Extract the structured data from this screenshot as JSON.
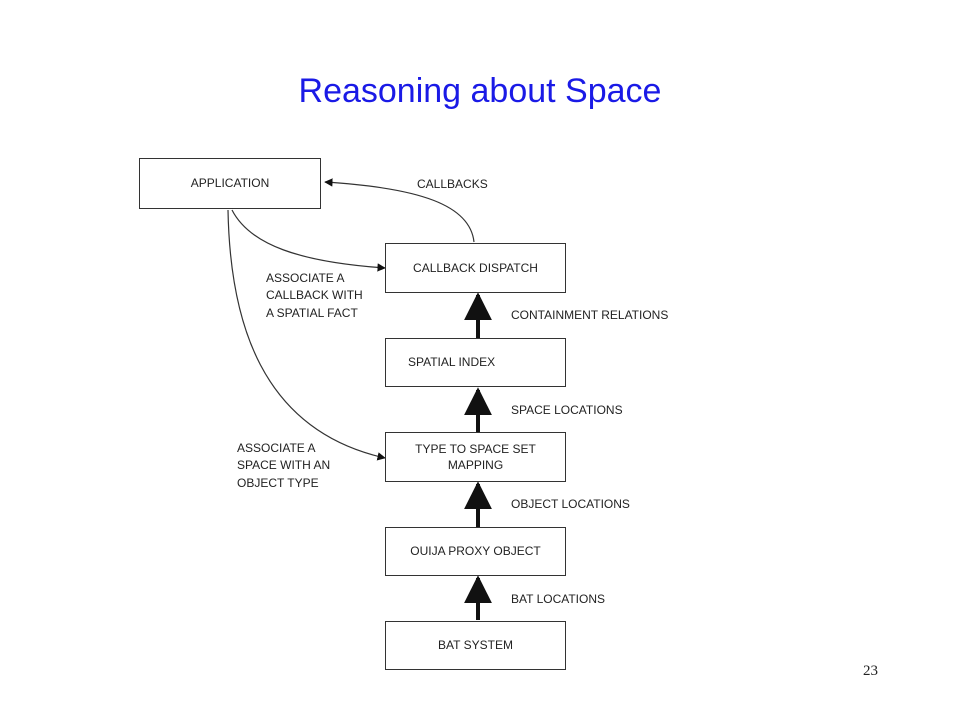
{
  "title": "Reasoning about Space",
  "page_number": "23",
  "boxes": {
    "application": "APPLICATION",
    "callback_dispatch": "CALLBACK DISPATCH",
    "spatial_index": "SPATIAL INDEX",
    "type_to_space": "TYPE TO SPACE SET\nMAPPING",
    "ouija_proxy": "OUIJA PROXY OBJECT",
    "bat_system": "BAT SYSTEM"
  },
  "labels": {
    "callbacks": "CALLBACKS",
    "associate_callback": "ASSOCIATE A\nCALLBACK WITH\nA SPATIAL FACT",
    "containment_relations": "CONTAINMENT RELATIONS",
    "space_locations": "SPACE LOCATIONS",
    "associate_space": "ASSOCIATE A\nSPACE WITH AN\nOBJECT TYPE",
    "object_locations": "OBJECT LOCATIONS",
    "bat_locations": "BAT LOCATIONS"
  }
}
